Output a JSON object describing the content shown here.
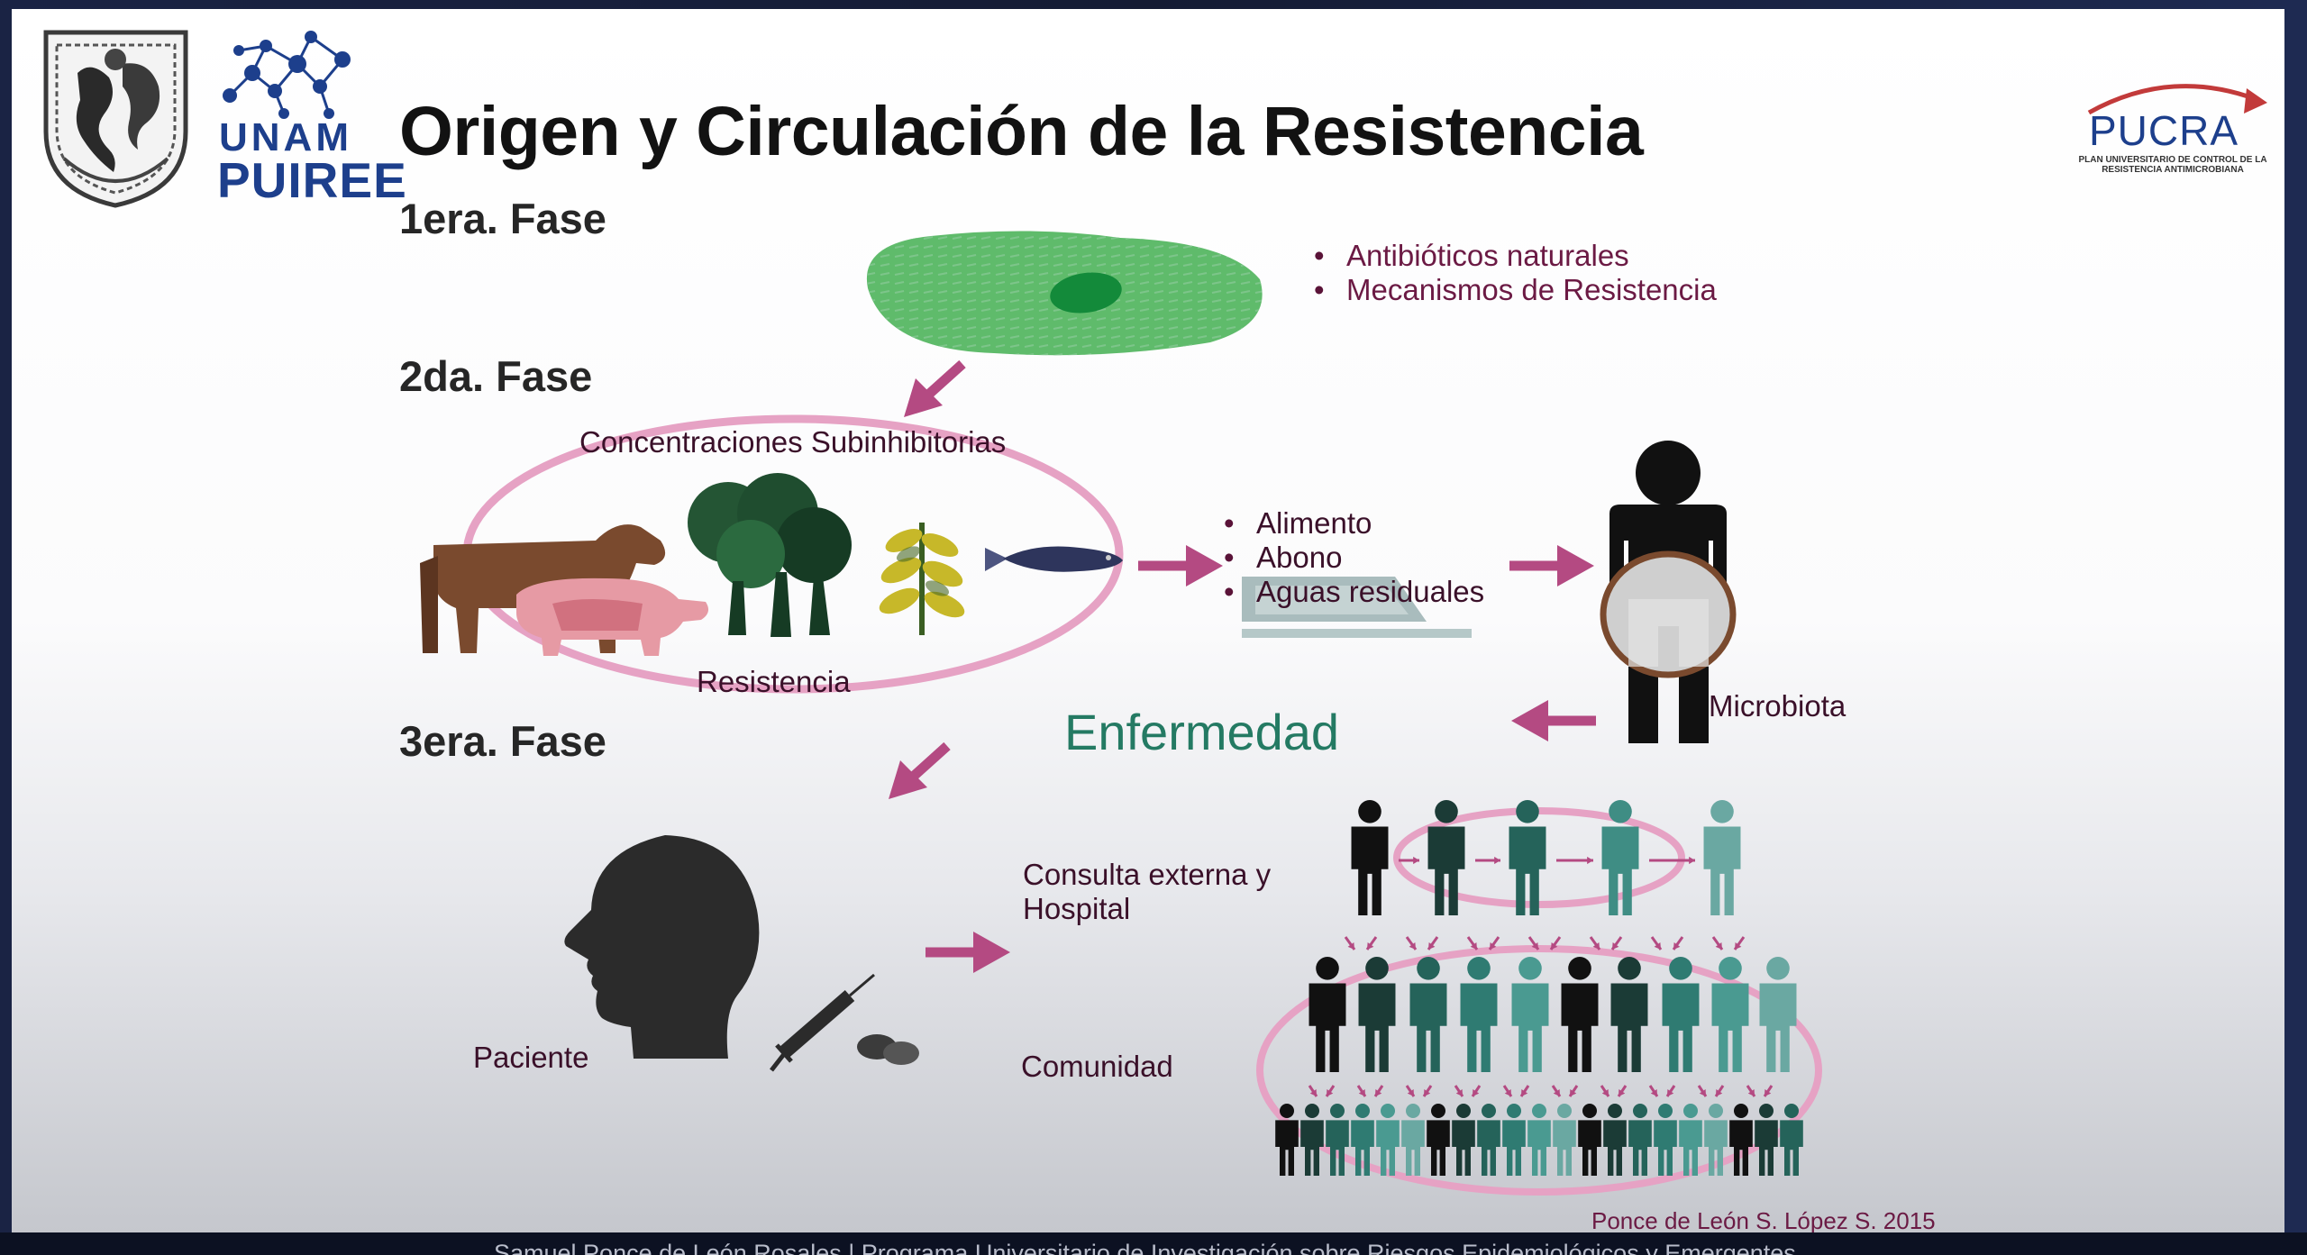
{
  "slide": {
    "title": "Origen y Circulación de la Resistencia",
    "logos": {
      "unam": "UNAM",
      "puiree": "PUIREE",
      "pucra": "PUCRA",
      "pucra_subtitle": "PLAN UNIVERSITARIO DE CONTROL DE LA RESISTENCIA ANTIMICROBIANA"
    },
    "phases": {
      "phase1": {
        "label": "1era. Fase",
        "bullets": [
          "Antibióticos naturales",
          "Mecanismos de Resistencia"
        ]
      },
      "phase2": {
        "label": "2da. Fase",
        "ellipse_top_label": "Concentraciones Subinhibitorias",
        "ellipse_bottom_label": "Resistencia",
        "bullets": [
          "Alimento",
          "Abono",
          "Aguas residuales"
        ],
        "microbiota_label": "Microbiota"
      },
      "phase3": {
        "label": "3era. Fase",
        "disease_label": "Enfermedad",
        "patient_label": "Paciente",
        "hospital_label": "Consulta externa y Hospital",
        "community_label": "Comunidad"
      }
    },
    "citation": "Ponce de León S. López S. 2015"
  },
  "footer": {
    "text": "Samuel Ponce de León Rosales | Programa Universitario de Investigación sobre Riesgos Epidemiológicos y Emergentes"
  },
  "colors": {
    "arrow": "#b44a82",
    "ellipse": "#e6a2c4",
    "dark_text": "#3a1029",
    "bullet_text": "#6b1a44",
    "enfermedad": "#247a63",
    "title": "#121212",
    "logo_blue": "#1d3f8c",
    "pucra_arrow": "#c23a3a"
  },
  "icons": [
    "unam-crest-icon",
    "puiree-network-icon",
    "pucra-arrow-icon",
    "cell-icon",
    "cow-icon",
    "pig-icon",
    "tree-icon",
    "plant-icon",
    "fish-icon",
    "water-tank-icon",
    "human-figure-icon",
    "head-icon",
    "syringe-icon",
    "pills-icon",
    "person-icon"
  ]
}
